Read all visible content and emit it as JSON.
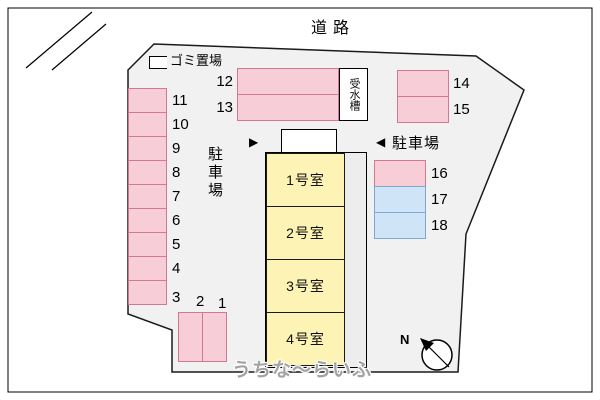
{
  "plan": {
    "road_label": "道路",
    "garbage_label": "ゴミ置場",
    "north_label": "N",
    "watermark": "うちな～らいふ"
  },
  "parking": {
    "left_area_label": "駐車場",
    "right_area_label": "駐車場",
    "entry_arrow_left": "▶",
    "entry_arrow_right": "◀",
    "left_column_numbers": [
      "11",
      "10",
      "9",
      "8",
      "7",
      "6",
      "5",
      "4",
      "3"
    ],
    "bottom_numbers": [
      "2",
      "1"
    ],
    "top_numbers": [
      "12",
      "13"
    ],
    "northeast_numbers": [
      "14",
      "15"
    ],
    "east_numbers": [
      "16",
      "17",
      "18"
    ]
  },
  "building": {
    "water_tank_label": "受水槽",
    "rooms": [
      "1号室",
      "2号室",
      "3号室",
      "4号室"
    ]
  },
  "colors": {
    "space_pink": "#f7cdd8",
    "space_pink_border": "#d2798f",
    "space_blue": "#cfe4f6",
    "space_blue_border": "#7fa8cc",
    "room_yellow": "#fcf3b4",
    "ground": "#f1f1f1",
    "line": "#1a1a1a"
  }
}
